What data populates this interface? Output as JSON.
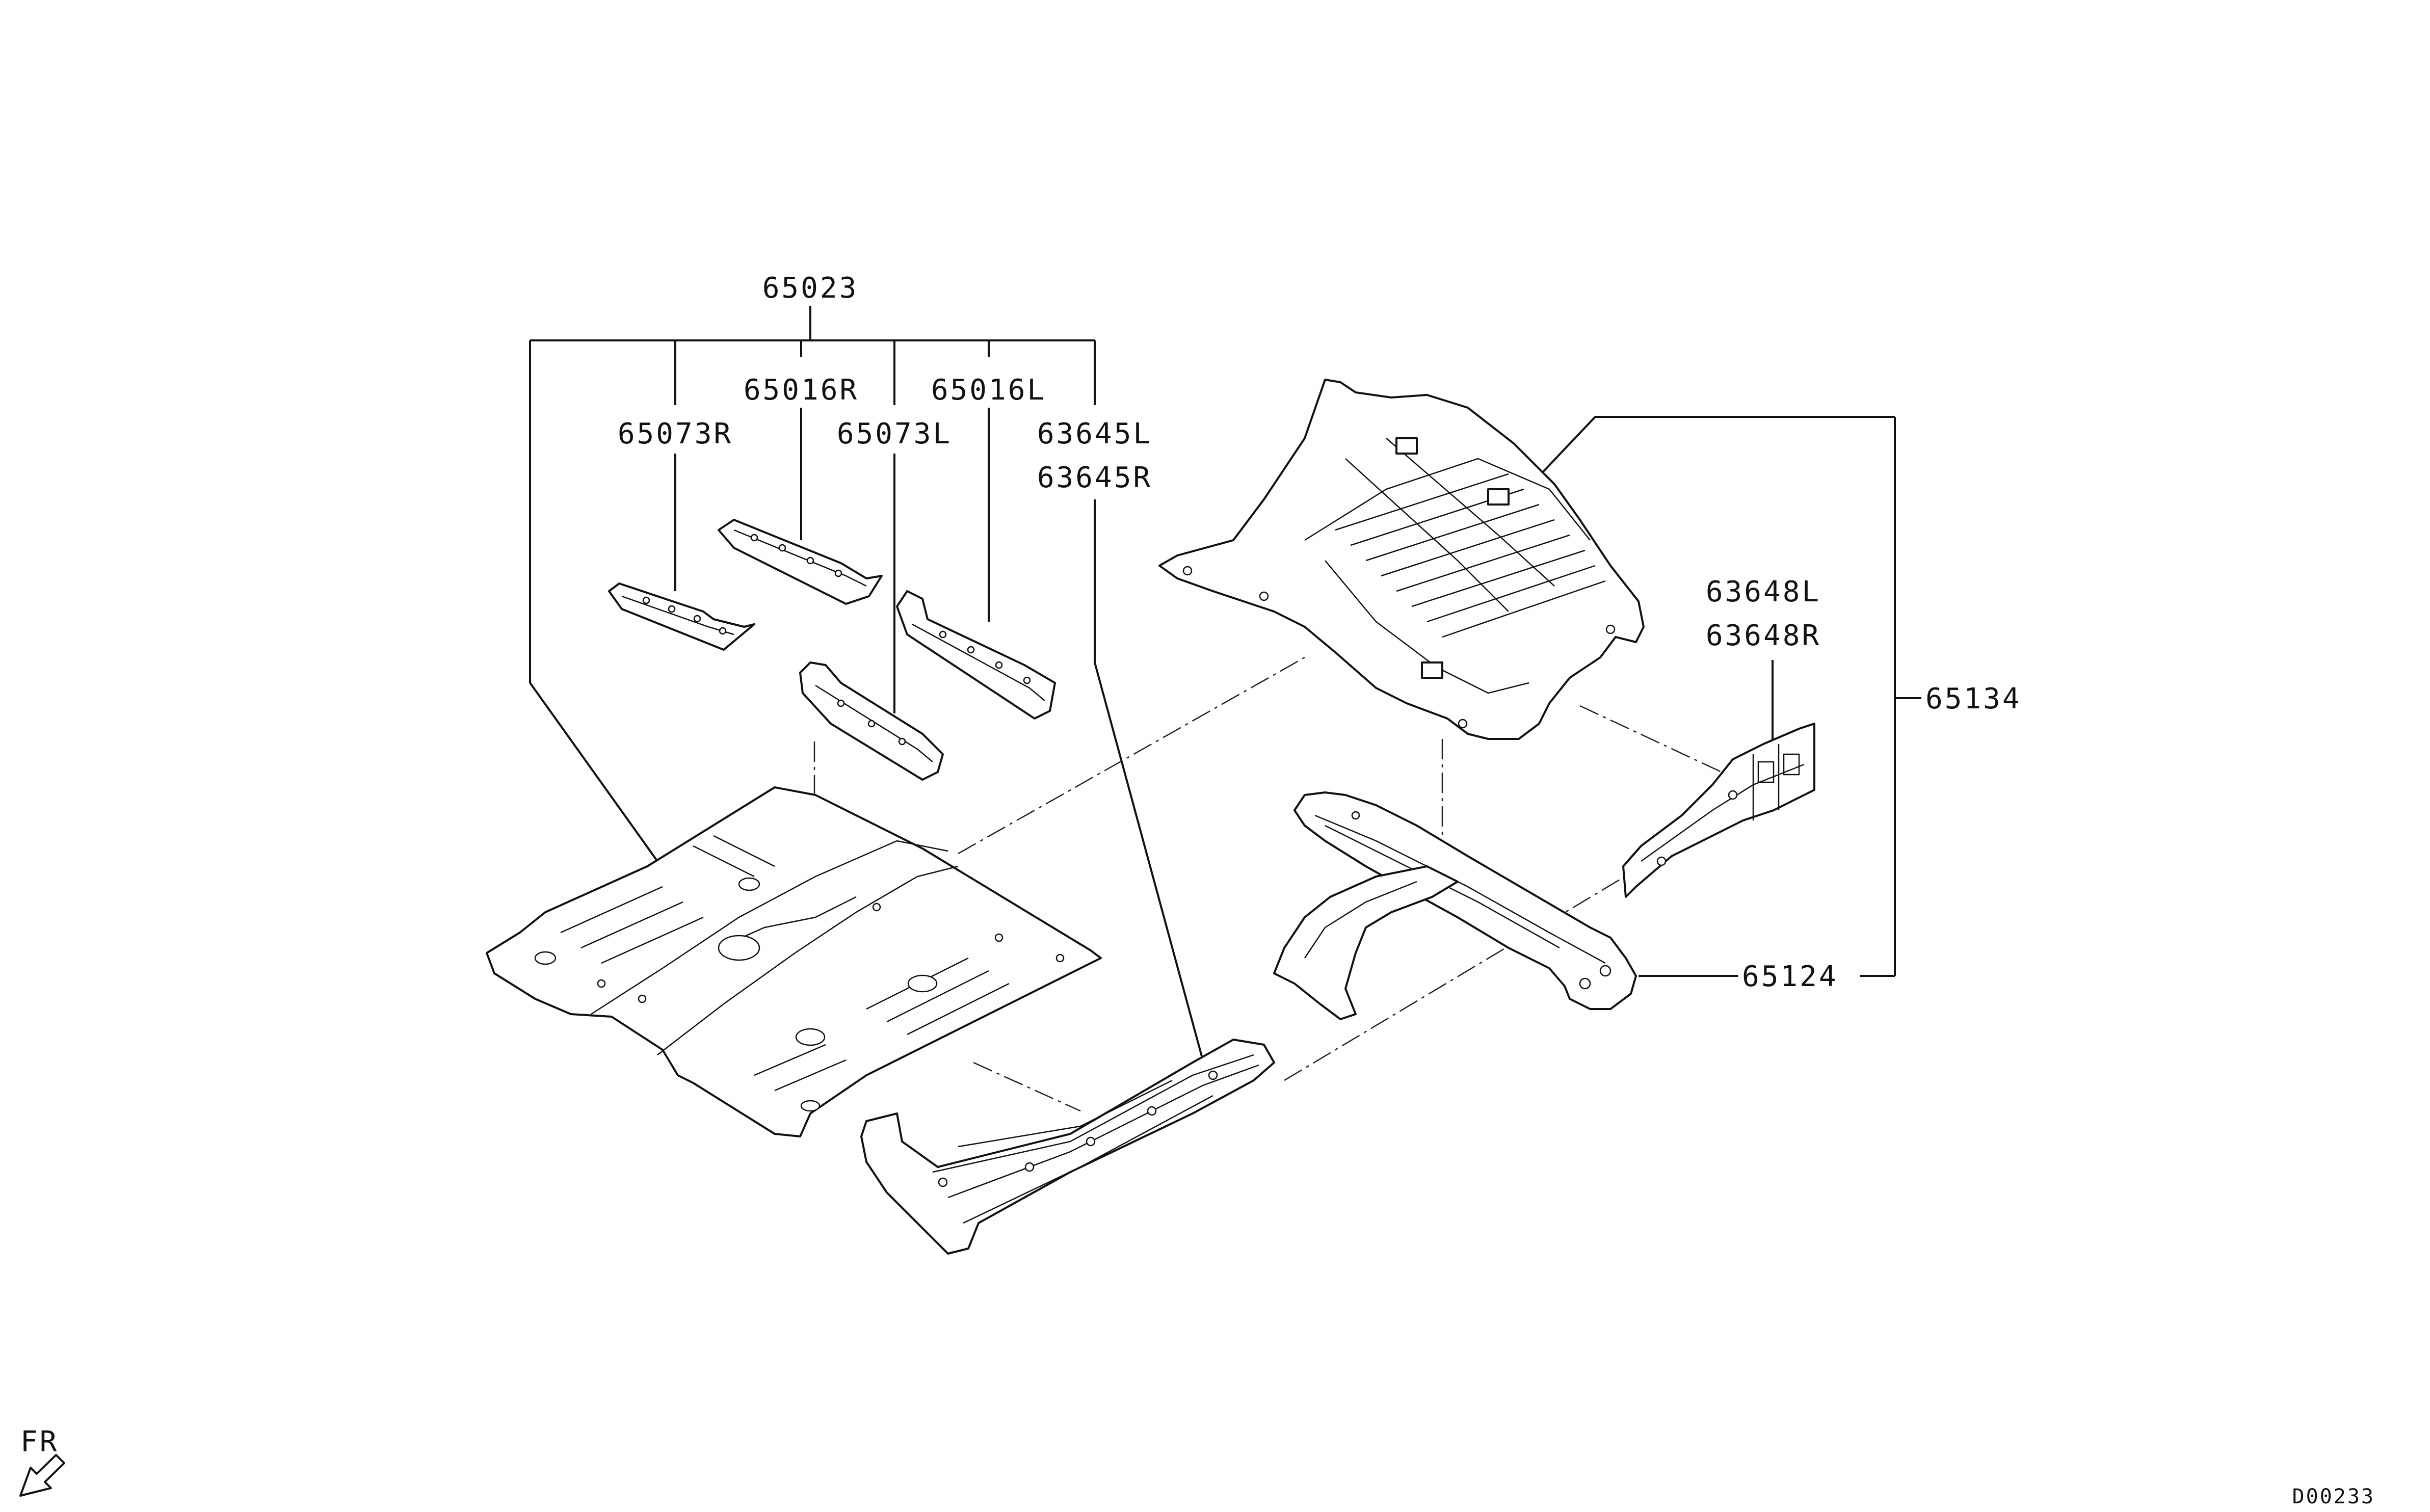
{
  "labels": {
    "p65023": "65023",
    "p65016R": "65016R",
    "p65016L": "65016L",
    "p65073R": "65073R",
    "p65073L": "65073L",
    "p63645L": "63645L",
    "p63645R": "63645R",
    "p63648L": "63648L",
    "p63648R": "63648R",
    "p65134": "65134",
    "p65124": "65124"
  },
  "direction": {
    "label": "FR"
  },
  "diagram_id": "D00233"
}
